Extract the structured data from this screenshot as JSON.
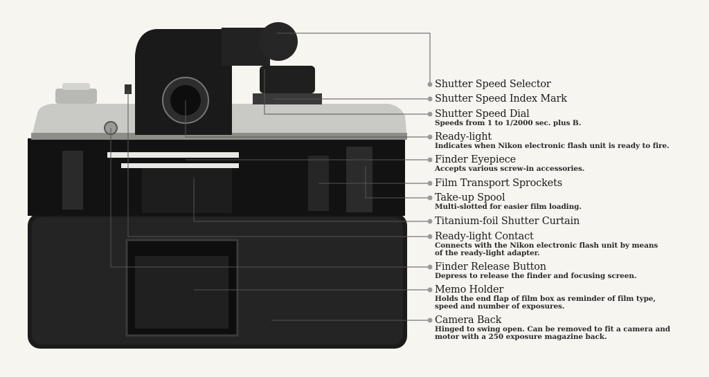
{
  "callouts": [
    {
      "title": "Shutter Speed Selector",
      "desc": ""
    },
    {
      "title": "Shutter Speed Index Mark",
      "desc": ""
    },
    {
      "title": "Shutter Speed Dial",
      "desc": "Speeds from 1 to 1/2000 sec. plus B."
    },
    {
      "title": "Ready-light",
      "desc": "Indicates when Nikon electronic flash unit is ready to fire."
    },
    {
      "title": "Finder Eyepiece",
      "desc": "Accepts various screw-in accessories."
    },
    {
      "title": "Film Transport Sprockets",
      "desc": ""
    },
    {
      "title": "Take-up Spool",
      "desc": "Multi-slotted for easier film loading."
    },
    {
      "title": "Titanium-foil Shutter Curtain",
      "desc": ""
    },
    {
      "title": "Ready-light Contact",
      "desc": "Connects with the Nikon electronic flash unit by means\nof the ready-light adapter."
    },
    {
      "title": "Finder Release Button",
      "desc": "Depress to release the finder and focusing screen."
    },
    {
      "title": "Memo Holder",
      "desc": "Holds the end flap of film box as reminder of film type,\nspeed and number of exposures."
    },
    {
      "title": "Camera Back",
      "desc": "Hinged to swing open. Can be removed to fit a camera and\nmotor with a 250 exposure magazine back."
    }
  ],
  "colors": {
    "paper": "#f7f5ef",
    "body": "#151515",
    "chrome": "#c9c9c6",
    "leader": "#555555"
  }
}
